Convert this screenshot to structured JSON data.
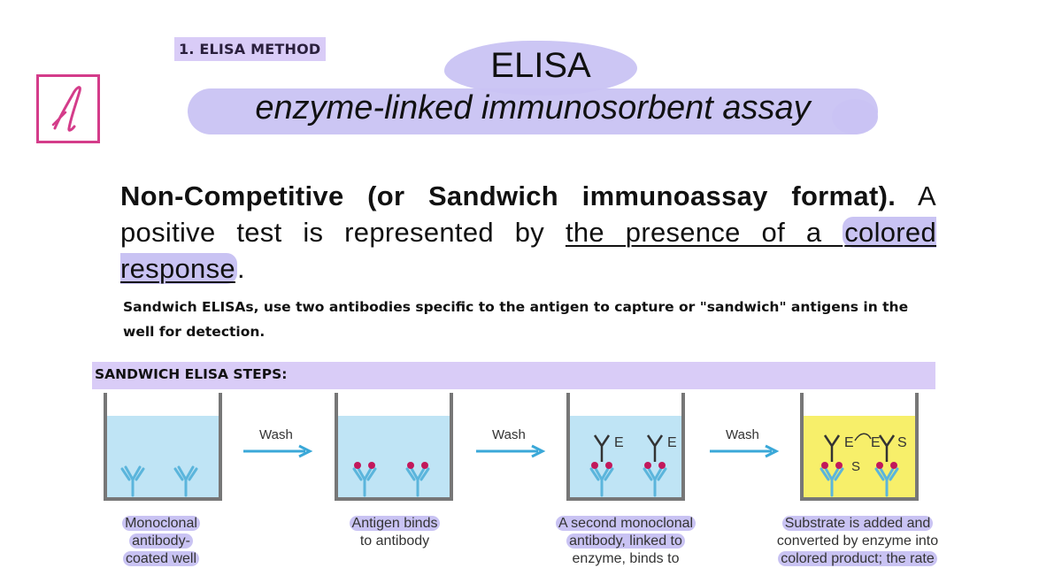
{
  "header": {
    "section_tag": "1. ELISA METHOD",
    "title": "ELISA",
    "subtitle": "enzyme-linked immunosorbent assay"
  },
  "paragraph": {
    "bold_lead": "Non-Competitive (or Sandwich immunoassay format).",
    "rest_1": " A positive test is represented by ",
    "underlined": "the presence of a ",
    "highlighted": "colored response",
    "end": "."
  },
  "note": "Sandwich ELISAs, use two antibodies specific to the antigen to capture or \"sandwich\" antigens in the well for detection.",
  "steps": {
    "title": "SANDWICH ELISA STEPS:",
    "wash_label": "Wash",
    "captions": [
      {
        "line1": "Monoclonal",
        "line2": "antibody-",
        "line3": "coated well"
      },
      {
        "line1": "Antigen binds",
        "line2": "to antibody",
        "line3": ""
      },
      {
        "line1": "A second monoclonal",
        "line2": "antibody, linked to",
        "line3": "enzyme, binds to"
      },
      {
        "line1": "Substrate is added and",
        "line2": "converted by enzyme into",
        "line3": "colored product; the rate"
      }
    ],
    "enzyme_label": "E",
    "substrate_label": "S"
  },
  "colors": {
    "highlight": "#c9c3f3",
    "tag_bg": "#d9ccf7",
    "logo": "#d43c8a",
    "liquid": "#bfe4f5",
    "yellow_liquid": "#f7ef6a",
    "antibody": "#5bb5dc",
    "antigen": "#c2185b",
    "arrow": "#3aa8d8"
  }
}
